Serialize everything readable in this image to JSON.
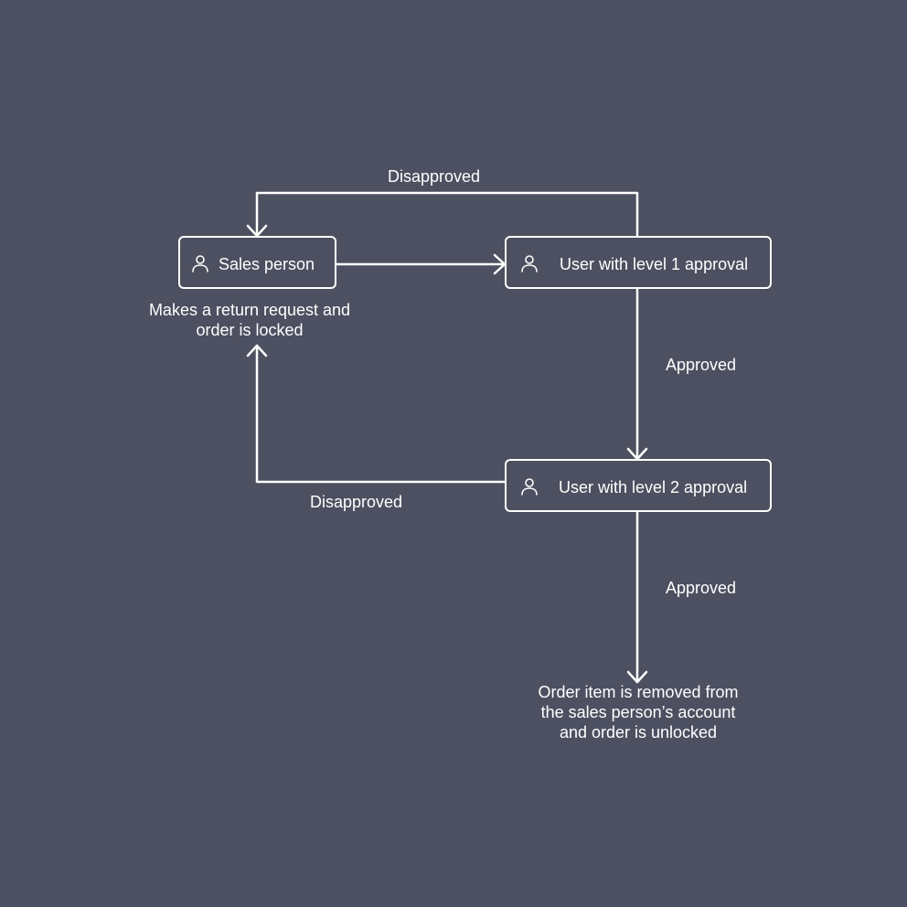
{
  "colors": {
    "background": "#4d5060",
    "foreground": "#ffffff"
  },
  "nodes": {
    "sales_person": {
      "label": "Sales person",
      "icon": "user-icon"
    },
    "level1": {
      "label": "User with level 1 approval",
      "icon": "user-icon"
    },
    "level2": {
      "label": "User with level 2 approval",
      "icon": "user-icon"
    }
  },
  "edges": {
    "level1_to_sales": "Disapproved",
    "level1_to_level2": "Approved",
    "level2_to_sales": "Disapproved",
    "level2_to_final": "Approved"
  },
  "notes": {
    "sales_person": [
      "Makes a return request and",
      "order is locked"
    ],
    "final": [
      "Order item is removed from",
      "the sales person’s account",
      "and order is unlocked"
    ]
  }
}
